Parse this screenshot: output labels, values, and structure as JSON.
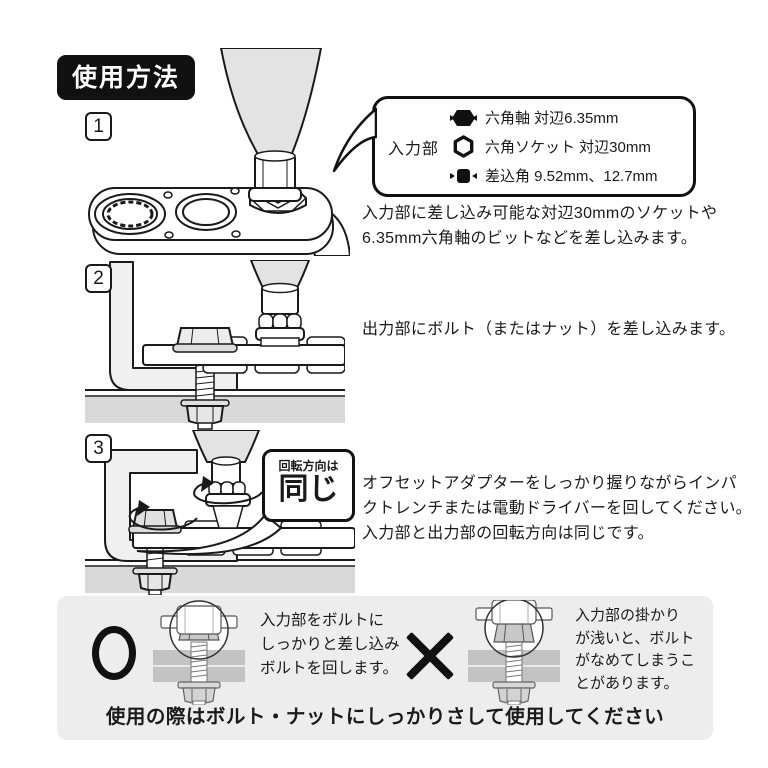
{
  "title": "使用方法",
  "steps": [
    {
      "number": "1",
      "caption_lines": [
        "入力部に差し込み可能な対辺30mmのソケットや",
        "6.35mm六角軸のビットなどを差し込みます。"
      ]
    },
    {
      "number": "2",
      "caption_lines": [
        "出力部にボルト（またはナット）を差し込みます。"
      ]
    },
    {
      "number": "3",
      "caption_lines": [
        "オフセットアダプターをしっかり握りながらインパ",
        "クトレンチまたは電動ドライバーを回してください。",
        "入力部と出力部の回転方向は同じです。"
      ]
    }
  ],
  "input_callout": {
    "label": "入力部",
    "items": [
      {
        "icon": "hex-shaft-icon",
        "text": "六角軸 対辺6.35mm"
      },
      {
        "icon": "hex-socket-icon",
        "text": "六角ソケット 対辺30mm"
      },
      {
        "icon": "square-drive-icon",
        "text": "差込角 9.52mm、12.7mm"
      }
    ]
  },
  "rotation_bubble": {
    "small": "回転方向は",
    "big": "同じ"
  },
  "usage_note": {
    "ok": {
      "icon": "ok-circle-icon",
      "lines": [
        "入力部をボルトに",
        "しっかりと差し込み",
        "ボルトを回します。"
      ]
    },
    "ng": {
      "icon": "ng-cross-icon",
      "lines": [
        "入力部の掛かり",
        "が浅いと、ボルト",
        "がなめてしまうこ",
        "とがあります。"
      ]
    },
    "footer": "使用の際はボルト・ナットにしっかりさして使用してください"
  },
  "colors": {
    "ink": "#1a1a1a",
    "panel_bg": "#ededed",
    "metal_light": "#e3e3e3",
    "plate_gray": "#c3c3c3",
    "floor_gray": "#d9d9d9"
  }
}
